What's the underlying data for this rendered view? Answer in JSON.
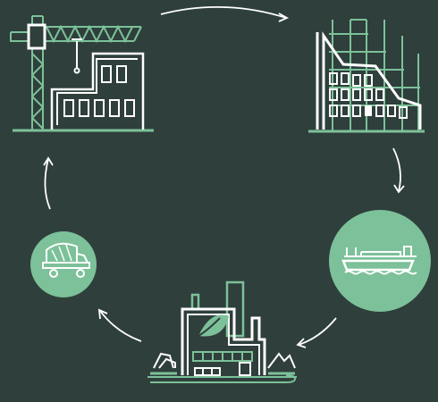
{
  "diagram": {
    "stages": [
      {
        "id": "construction",
        "icon": "construction-crane-icon"
      },
      {
        "id": "demolition",
        "icon": "demolished-building-icon"
      },
      {
        "id": "shipping",
        "icon": "cargo-ship-icon"
      },
      {
        "id": "recycling",
        "icon": "green-factory-icon"
      },
      {
        "id": "delivery",
        "icon": "concrete-mixer-truck-icon"
      }
    ],
    "colors": {
      "background": "#2f3f3c",
      "line": "#ffffff",
      "accent": "#6fba8b",
      "circle_fill": "#7cc199"
    }
  }
}
